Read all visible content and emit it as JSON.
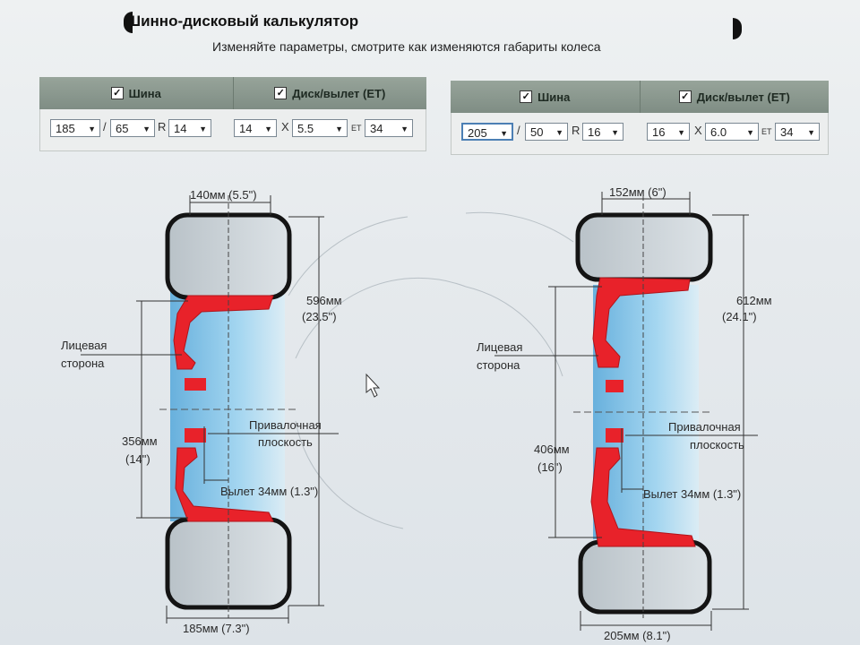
{
  "header": {
    "title": "Шинно-дисковый калькулятор",
    "subtitle": "Изменяйте параметры, смотрите как изменяются габариты колеса"
  },
  "left": {
    "tire_label": "Шина",
    "rim_label": "Диск/вылет (ET)",
    "width": "185",
    "profile": "65",
    "r_sep": "R",
    "diameter": "14",
    "rim_diameter": "14",
    "x_sep": "X",
    "rim_width": "5.5",
    "et_sep": "ET",
    "et": "34",
    "slash": "/",
    "dims": {
      "top_width": "140мм (5.5\")",
      "outer_mm": "596мм",
      "outer_in": "(23.5\")",
      "rim_mm": "356мм",
      "rim_in": "(14\")",
      "face": "Лицевая",
      "face2": "сторона",
      "mount": "Привалочная",
      "mount2": "плоскость",
      "offset": "Вылет 34мм (1.3\")",
      "bottom_width": "185мм (7.3\")"
    }
  },
  "right": {
    "tire_label": "Шина",
    "rim_label": "Диск/вылет (ET)",
    "width": "205",
    "profile": "50",
    "r_sep": "R",
    "diameter": "16",
    "rim_diameter": "16",
    "x_sep": "X",
    "rim_width": "6.0",
    "et_sep": "ET",
    "et": "34",
    "slash": "/",
    "dims": {
      "top_width": "152мм (6\")",
      "outer_mm": "612мм",
      "outer_in": "(24.1\")",
      "rim_mm": "406мм",
      "rim_in": "(16\")",
      "face": "Лицевая",
      "face2": "сторона",
      "mount": "Привалочная",
      "mount2": "плоскость",
      "offset": "Вылет 34мм (1.3\")",
      "bottom_width": "205мм (8.1\")"
    }
  },
  "colors": {
    "rim_red": "#e8222a",
    "tire_dark": "#141414",
    "blue": "#5fb6e6"
  },
  "icons": {
    "checkbox": "checkbox-checked-icon",
    "cursor": "mouse-cursor-icon"
  }
}
